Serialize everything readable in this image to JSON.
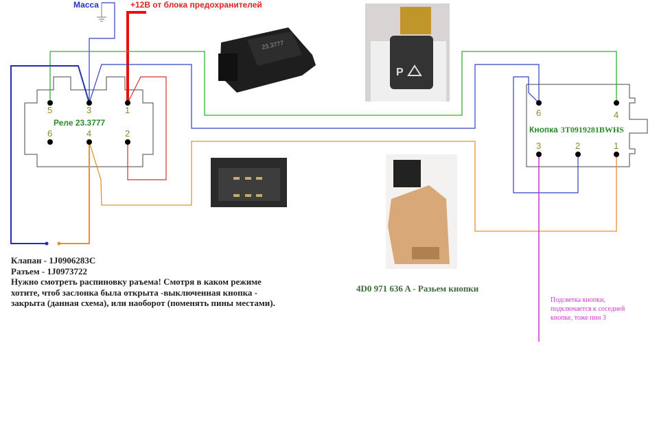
{
  "labels": {
    "ground": "Масса",
    "power": "+12В от блока предохранителей",
    "relay_title": "Реле 23.3777",
    "relay_photo_marking": "23.3777",
    "button_word": "Кнопка",
    "button_part": "3T0919281BWHS",
    "connector_caption": "4D0 971 636 A - Разьем кнопки",
    "backlight_note": [
      "Подсветка кнопки,",
      "подключается к соседней",
      "кнопке, тоже пин 3"
    ]
  },
  "relay_pins": [
    "5",
    "3",
    "1",
    "6",
    "4",
    "2"
  ],
  "button_pins": [
    "6",
    "4",
    "3",
    "2",
    "1"
  ],
  "notes": [
    "Клапан - 1J0906283C",
    "Разъем - 1J0973722",
    "Нужно смотреть  распиновку раъема! Смотря в каком режиме хотите, чтоб заслонка была открыта -выключенная кнопка - закрыта (данная схема), или наоборот (поменять пины местами)."
  ],
  "colors": {
    "ground_wire": "#3040c0",
    "power_wire": "#e81010",
    "green_wire": "#30b030",
    "orange_wire": "#e8902a",
    "magenta_wire": "#d030d0",
    "outline": "#444444"
  }
}
